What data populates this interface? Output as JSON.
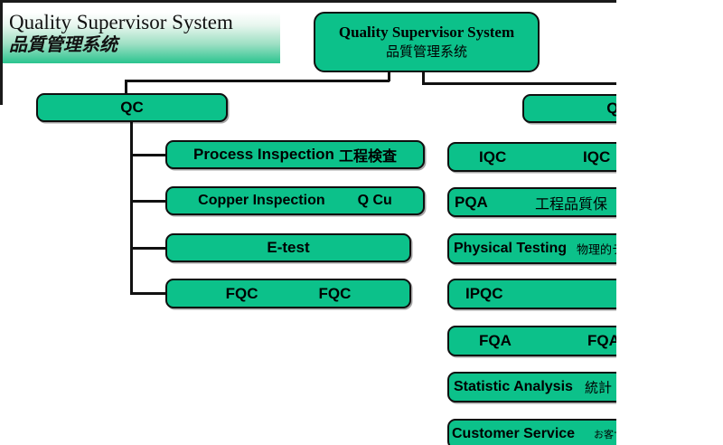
{
  "colors": {
    "node_green": "#0cc18a",
    "line": "#111111",
    "background": "#ffffff"
  },
  "banner": {
    "title": "Quality Supervisor System",
    "subtitle": "品質管理系统"
  },
  "root": {
    "title": "Quality Supervisor System",
    "subtitle": "品質管理系统"
  },
  "qc": {
    "label": "QC",
    "children": [
      {
        "t1": "Process Inspection",
        "t2": "工程検査"
      },
      {
        "t1": "Copper Inspection",
        "t2": "Q Cu"
      },
      {
        "t1": "E-test",
        "t2": ""
      },
      {
        "t1": "FQC",
        "t2": "FQC"
      }
    ]
  },
  "qa": {
    "label": "QA",
    "children": [
      {
        "t1": "IQC",
        "t2": "IQC"
      },
      {
        "t1": "PQA",
        "t2": "工程品質保"
      },
      {
        "t1": "Physical Testing",
        "t2": "物理的テ"
      },
      {
        "t1": "IPQC",
        "t2": ""
      },
      {
        "t1": "FQA",
        "t2": "FQA"
      },
      {
        "t1": "Statistic Analysis",
        "t2": "統計"
      },
      {
        "t1": "Customer Service",
        "t2": "お客サ"
      }
    ]
  }
}
